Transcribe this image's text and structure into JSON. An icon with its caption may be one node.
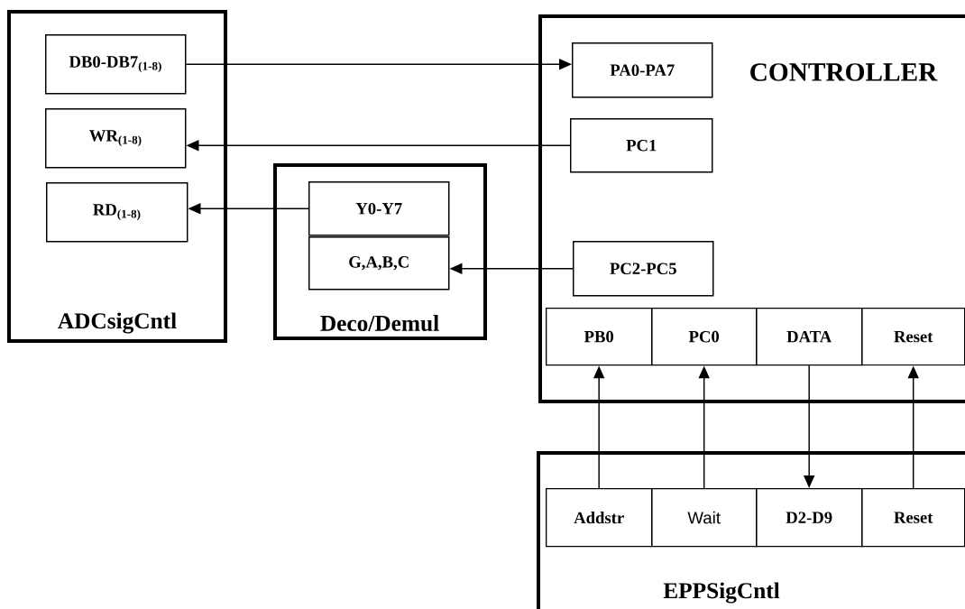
{
  "diagram": {
    "nodes": [
      {
        "text": [
          "ADCsigCntl"
        ]
      },
      {
        "text": [
          "DB0-DB7$_{(1-8)}$"
        ],
        "in": 0
      },
      {
        "text": [
          "WR$_{(1-8)}$"
        ],
        "in": 0
      },
      {
        "text": [
          "RD$_{(1-8)}$"
        ],
        "in": 0
      },
      {
        "text": [
          "Deco/Demul"
        ]
      },
      {
        "text": [
          "Y0-Y7"
        ],
        "in": 4
      },
      {
        "text": [
          "G,A,B,C"
        ],
        "in": 4
      },
      {
        "text": [
          "CONTROLLER"
        ]
      },
      {
        "text": [
          "PA0-PA7"
        ],
        "in": 7
      },
      {
        "text": [
          "PC1"
        ],
        "in": 7
      },
      {
        "text": [
          "PC2-PC5"
        ],
        "in": 7
      },
      {
        "text": [
          "PB0"
        ],
        "in": 7
      },
      {
        "text": [
          "PC0"
        ],
        "in": 7
      },
      {
        "text": [
          "DATA"
        ],
        "in": 7
      },
      {
        "text": [
          "Reset"
        ],
        "in": 7
      },
      {
        "text": [
          "EPPSigCntl"
        ]
      },
      {
        "text": [
          "Addstr"
        ],
        "in": 15
      },
      {
        "text": [
          "Wait"
        ],
        "in": 15
      },
      {
        "text": [
          "D2-D9"
        ],
        "in": 15
      },
      {
        "text": [
          "Reset"
        ],
        "in": 15
      }
    ],
    "edges": [
      {
        "from": 1,
        "to": 8,
        "arrow": "to"
      },
      {
        "from": 9,
        "to": 2,
        "arrow": "to"
      },
      {
        "from": 5,
        "to": 3,
        "arrow": "to"
      },
      {
        "from": 10,
        "to": 6,
        "arrow": "to"
      },
      {
        "from": 16,
        "to": 11,
        "arrow": "to"
      },
      {
        "from": 17,
        "to": 12,
        "arrow": "to"
      },
      {
        "from": 13,
        "to": 18,
        "arrow": "to"
      },
      {
        "from": 19,
        "to": 14,
        "arrow": "to"
      }
    ]
  }
}
